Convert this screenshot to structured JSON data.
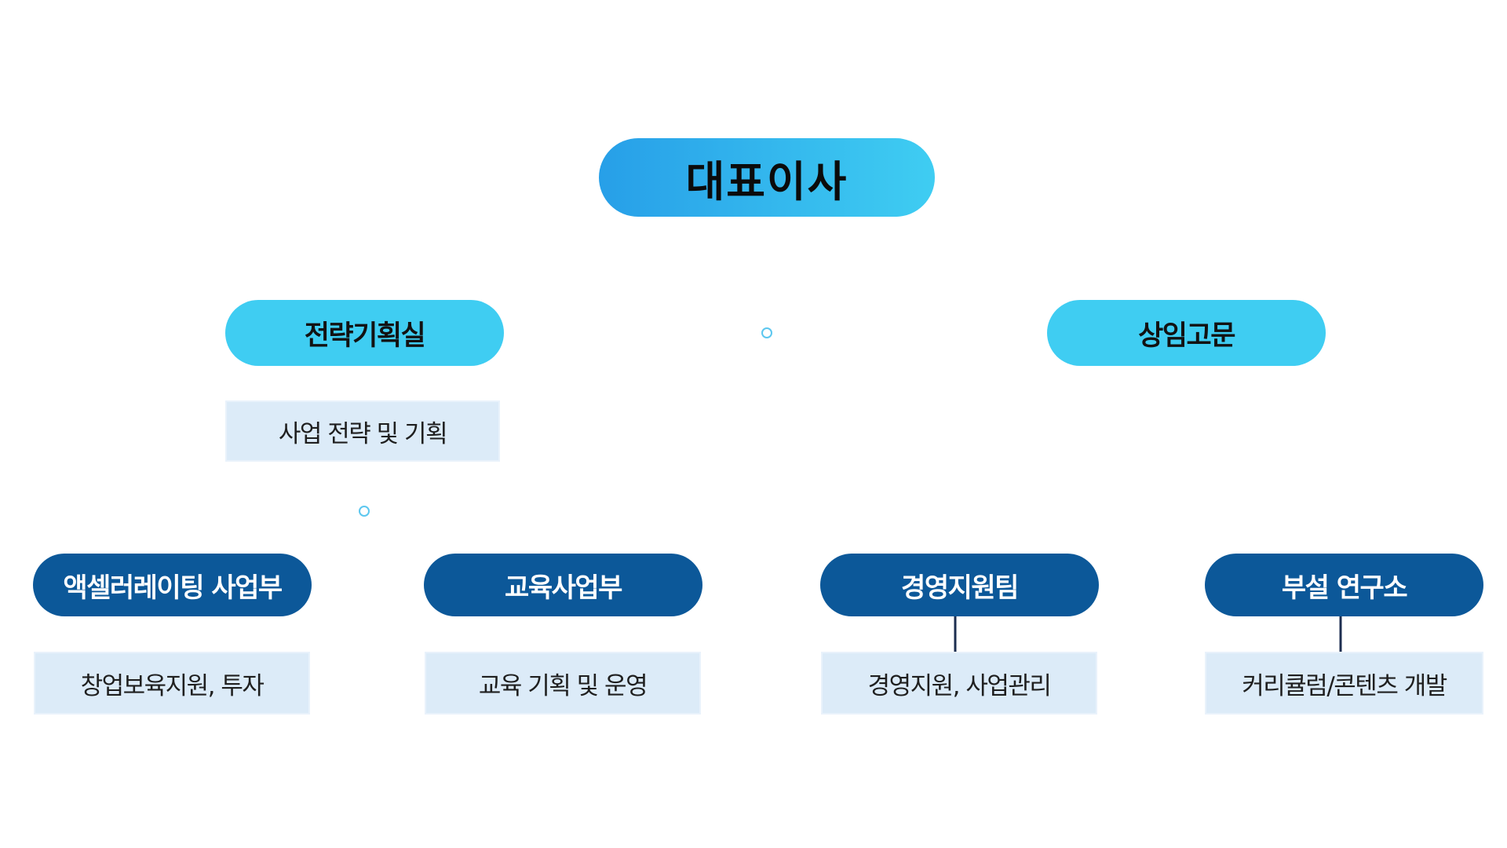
{
  "colors": {
    "ceo_gradient_start": "#279fe8",
    "ceo_gradient_end": "#3fcdf2",
    "level2_fill": "#3fcdf2",
    "level3_fill": "#0c5899",
    "description_fill": "#dcebf8",
    "connector_line": "#1d2e50",
    "node_marker": "#5cc7ef"
  },
  "ceo": {
    "label": "대표이사"
  },
  "level2": [
    {
      "id": "strategy",
      "label": "전략기획실",
      "description": "사업 전략 및 기획"
    },
    {
      "id": "advisor",
      "label": "상임고문"
    }
  ],
  "departments": [
    {
      "id": "accelerating",
      "label": "액셀러레이팅 사업부",
      "description": "창업보육지원, 투자"
    },
    {
      "id": "education",
      "label": "교육사업부",
      "description": "교육 기획 및 운영"
    },
    {
      "id": "management",
      "label": "경영지원팀",
      "description": "경영지원, 사업관리"
    },
    {
      "id": "research",
      "label": "부설 연구소",
      "description": "커리큘럼/콘텐츠 개발"
    }
  ]
}
